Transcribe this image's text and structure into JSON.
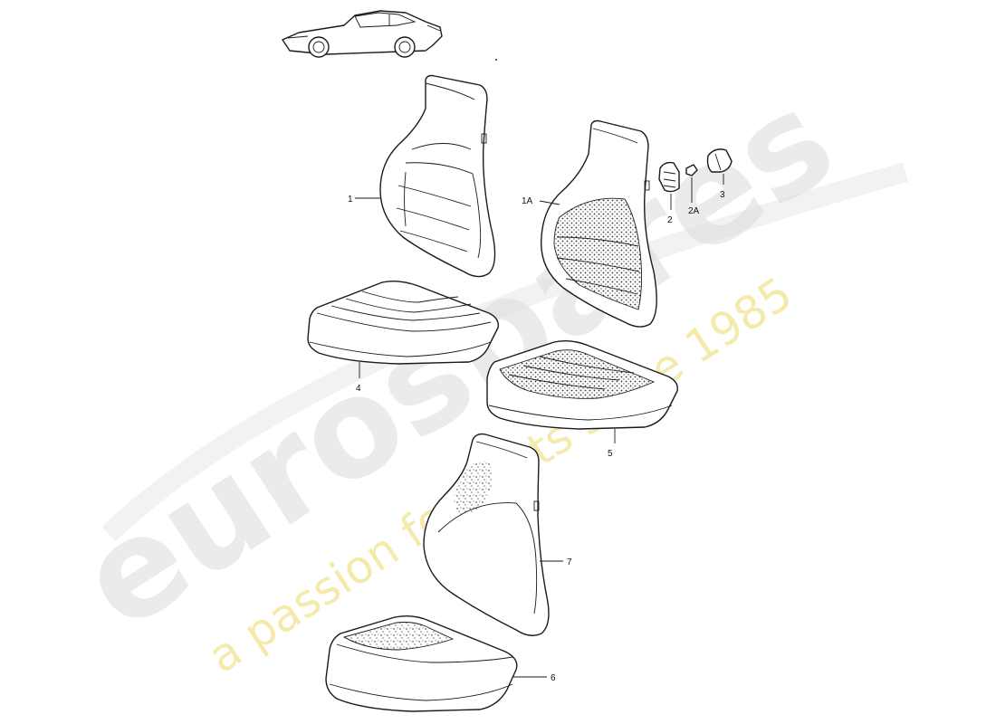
{
  "watermark": {
    "brand": "eurospares",
    "tagline": "a passion for parts since 1985",
    "brand_color": "#d9d9d9",
    "tagline_color": "#e9d65c"
  },
  "callouts": [
    {
      "id": "1",
      "text": "1"
    },
    {
      "id": "1A",
      "text": "1A"
    },
    {
      "id": "2",
      "text": "2"
    },
    {
      "id": "2A",
      "text": "2A"
    },
    {
      "id": "3",
      "text": "3"
    },
    {
      "id": "4",
      "text": "4"
    },
    {
      "id": "5",
      "text": "5"
    },
    {
      "id": "6",
      "text": "6"
    },
    {
      "id": "7",
      "text": "7"
    }
  ]
}
